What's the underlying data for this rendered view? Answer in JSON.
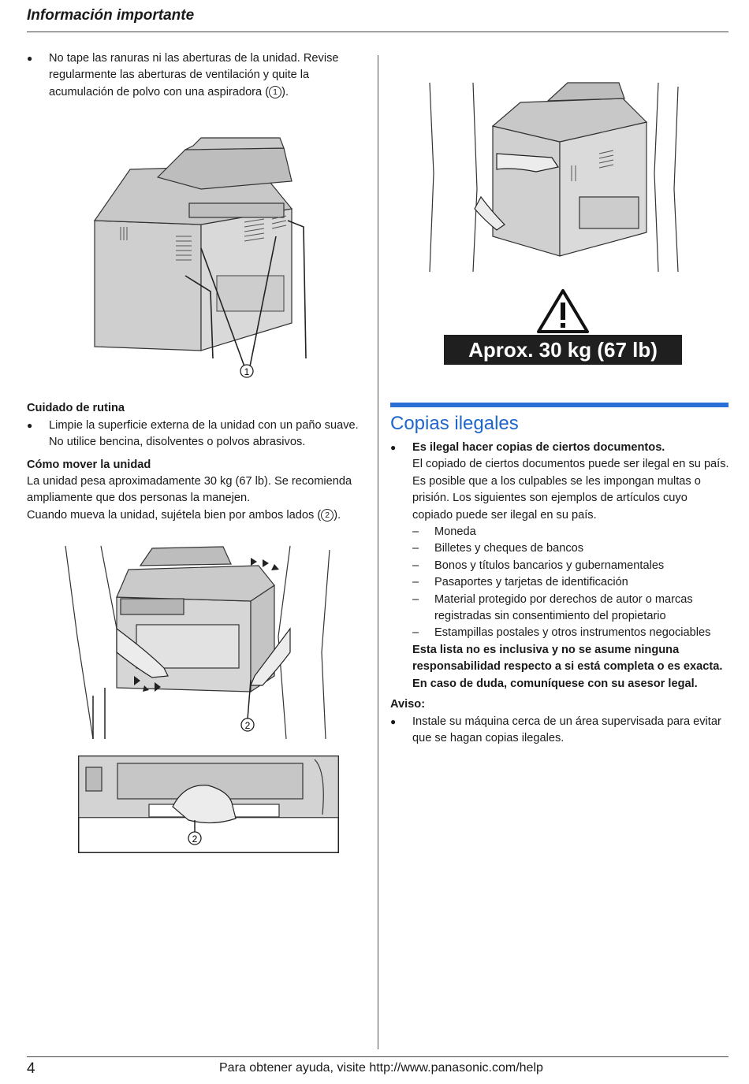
{
  "header": {
    "title": "Información importante"
  },
  "left": {
    "intro_bullet": {
      "text_before": "No tape las ranuras ni las aberturas de la unidad. Revise regularmente las aberturas de ventilación y quite la acumulación de polvo con una aspiradora (",
      "ref": "1",
      "text_after": ")."
    },
    "figure1_callout": "1",
    "routine": {
      "heading": "Cuidado de rutina",
      "bullet": "Limpie la superficie externa de la unidad con un paño suave. No utilice bencina, disolventes o polvos abrasivos."
    },
    "moving": {
      "heading": "Cómo mover la unidad",
      "line1": "La unidad pesa aproximadamente 30 kg (67 lb). Se recomienda ampliamente que dos personas la manejen.",
      "line2_before": "Cuando mueva la unidad, sujétela bien por ambos lados (",
      "line2_ref": "2",
      "line2_after": ")."
    },
    "figure2_callout": "2",
    "figure3_callout": "2"
  },
  "right": {
    "weight_badge": "Aprox. 30 kg (67 lb)",
    "section_title": "Copias ilegales",
    "bullet_heading": "Es ilegal hacer copias de ciertos documentos.",
    "bullet_body": "El copiado de ciertos documentos puede ser ilegal en su país. Es posible que a los culpables se les impongan multas o prisión. Los siguientes son ejemplos de artículos cuyo copiado puede ser ilegal en su país.",
    "dash_items": [
      "Moneda",
      "Billetes y cheques de bancos",
      "Bonos y títulos bancarios y gubernamentales",
      "Pasaportes y tarjetas de identificación",
      "Material protegido por derechos de autor o marcas registradas sin consentimiento del propietario",
      "Estampillas postales y otros instrumentos negociables"
    ],
    "bold_note": "Esta lista no es inclusiva y no se asume ninguna responsabilidad respecto a si está completa o es exacta. En caso de duda, comuníquese con su asesor legal.",
    "aviso_heading": "Aviso:",
    "aviso_bullet": "Instale su máquina cerca de un área supervisada para evitar que se hagan copias ilegales."
  },
  "footer": {
    "page_number": "4",
    "help_text": "Para obtener ayuda, visite http://www.panasonic.com/help"
  }
}
